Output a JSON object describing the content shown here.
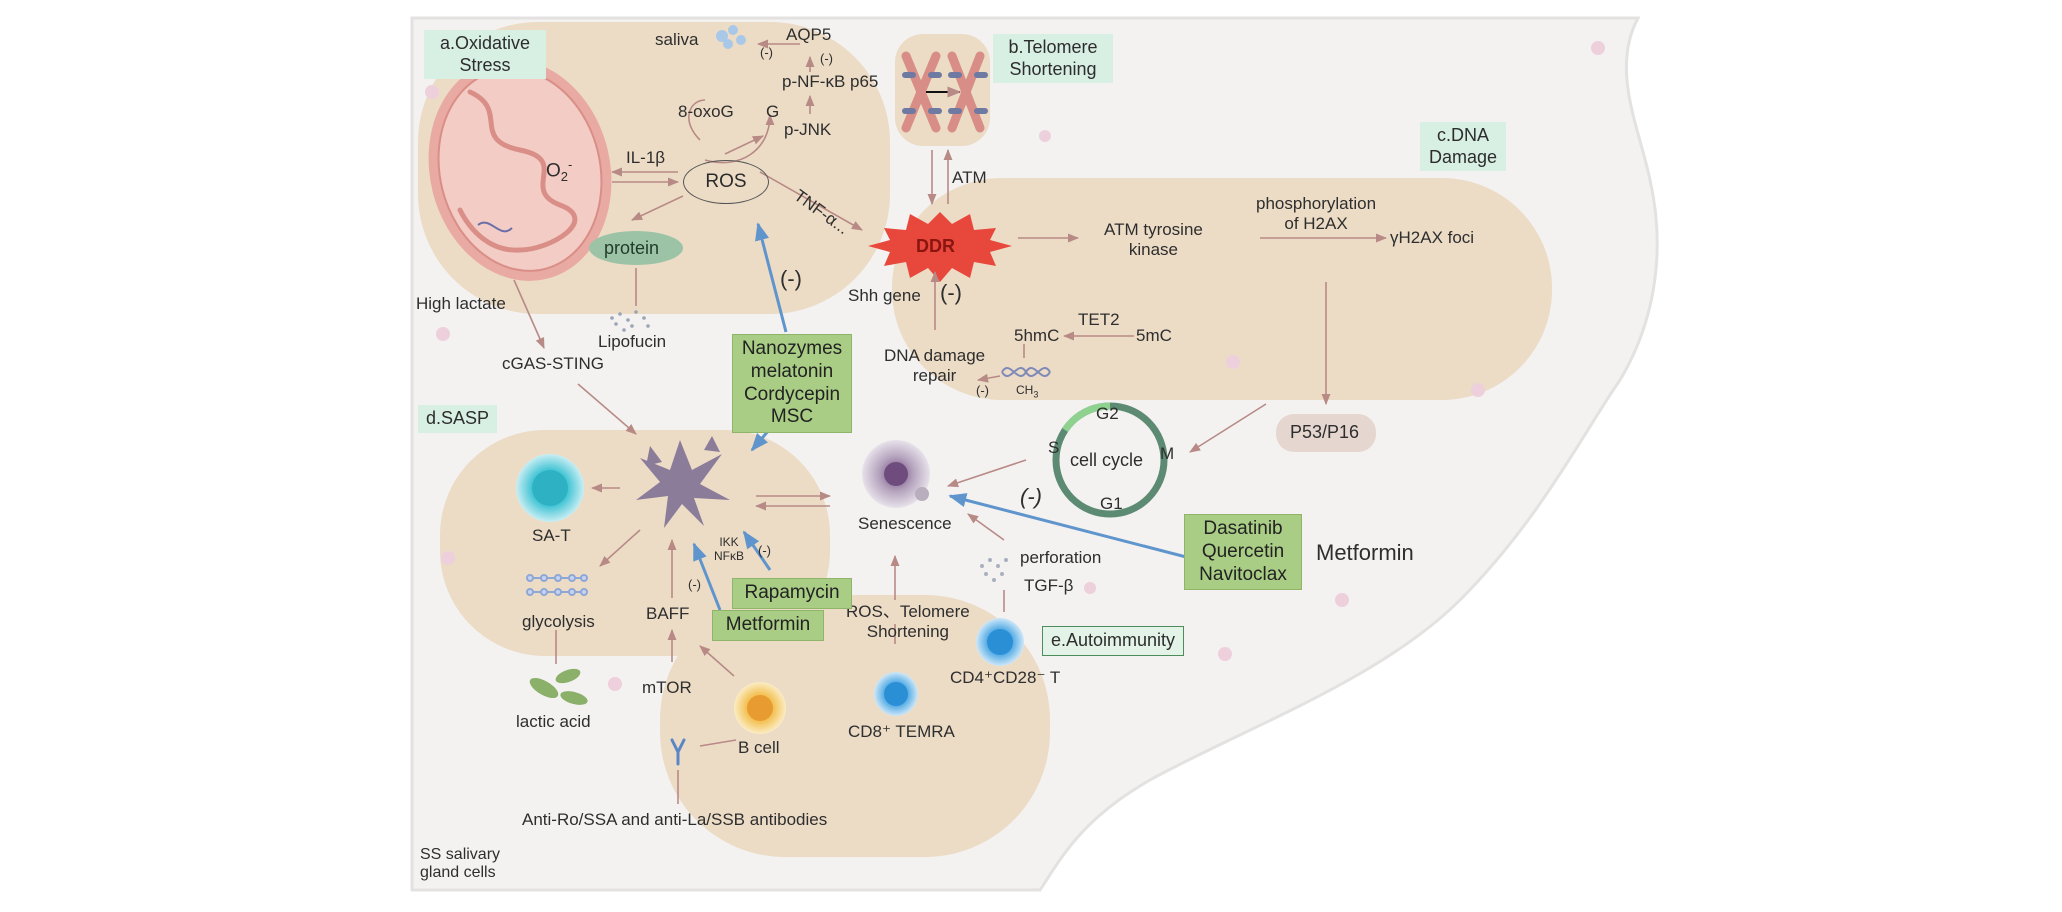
{
  "sections": {
    "oxidative_stress": "a.Oxidative\nStress",
    "telomere": "b.Telomere\nShortening",
    "dna_damage": "c.DNA\nDamage",
    "sasp": "d.SASP",
    "autoimmunity": "e.Autoimmunity"
  },
  "labels": {
    "saliva": "saliva",
    "aqp5": "AQP5",
    "neg1": "(-)",
    "neg2": "(-)",
    "p_nfkb": "p-NF-κB p65",
    "oxog": "8-oxoG",
    "g": "G",
    "p_jnk": "p-JNK",
    "o2": "O",
    "o2_sub": "2",
    "o2_sup": "-",
    "il1b": "IL-1β",
    "ros": "ROS",
    "tnf": "TNF-α...",
    "protein": "protein",
    "high_lactate": "High lactate",
    "lipofucin": "Lipofucin",
    "cgas": "cGAS-STING",
    "atm": "ATM",
    "ddr": "DDR",
    "atm_kinase": "ATM tyrosine\nkinase",
    "phospho": "phosphorylation\nof H2AX",
    "h2ax": "γH2AX foci",
    "shh": "Shh gene",
    "neg_dna": "(-)",
    "neg_blue": "(-)",
    "tet2": "TET2",
    "hmc": "5hmC",
    "mc": "5mC",
    "dna_repair": "DNA damage\nrepair",
    "neg_repair": "(-)",
    "ch3": "CH",
    "ch3_sub": "3",
    "p53": "P53/P16",
    "g2": "G2",
    "s": "S",
    "m": "M",
    "g1": "G1",
    "cell_cycle": "cell cycle",
    "neg_tilde": "(-)",
    "senescence": "Senescence",
    "sat": "SA-T",
    "ikk": "IKK\nNFκB",
    "neg_ikk": "(-)",
    "neg_baff": "(-)",
    "glycolysis": "glycolysis",
    "baff": "BAFF",
    "perforation": "perforation",
    "tgfb": "TGF-β",
    "ros_telomere": "ROS、Telomere\nShortening",
    "cd4": "CD4⁺CD28⁻ T",
    "cd8": "CD8⁺ TEMRA",
    "lactic": "lactic acid",
    "mtor": "mTOR",
    "bcell": "B cell",
    "antibodies": "Anti-Ro/SSA and anti-La/SSB antibodies",
    "ss_cells": "SS salivary\ngland cells",
    "metformin_plain": "Metformin"
  },
  "drugs": {
    "nanozymes": "Nanozymes\nmelatonin\nCordycepin\nMSC",
    "rapamycin": "Rapamycin",
    "metformin": "Metformin",
    "dasatinib": "Dasatinib\nQuercetin\nNavitoclax"
  },
  "colors": {
    "background_cell": "#f3f2f1",
    "region": "#ecdcc6",
    "section_tag": "#d8efe4",
    "drug_box": "#a9cd85",
    "arrow": "#b88a86",
    "inhibit_arrow": "#5f95cc",
    "ddr": "#e8483c",
    "mitochondria": "#e7a7a0"
  }
}
